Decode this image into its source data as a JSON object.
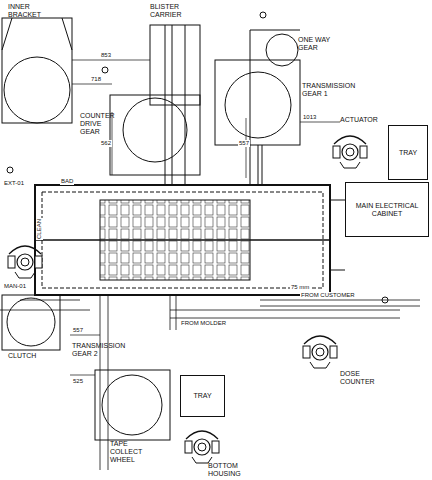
{
  "diagram": {
    "nodes": [
      {
        "text": [
          "INNER BRACKET"
        ]
      },
      {
        "text": [
          "BLISTER CARRIER"
        ]
      },
      {
        "text": [
          "ONE WAY GEAR"
        ]
      },
      {
        "text": [
          "TRANSMISSION GEAR 1"
        ]
      },
      {
        "text": [
          "COUNTER DRIVE GEAR"
        ]
      },
      {
        "text": [
          "ACTUATOR"
        ]
      },
      {
        "text": [
          "TRAY"
        ]
      },
      {
        "text": [
          "MAIN ELECTRICAL CABINET"
        ]
      },
      {
        "text": [
          "CLUTCH"
        ]
      },
      {
        "text": [
          "TRANSMISSION GEAR 2"
        ]
      },
      {
        "text": [
          "DOSE COUNTER"
        ]
      },
      {
        "text": [
          "TAPE COLLECT WHEEL"
        ]
      },
      {
        "text": [
          "TRAY"
        ]
      },
      {
        "text": [
          "BOTTOM HOUSING"
        ]
      }
    ],
    "labels": [
      "853",
      "718",
      "562",
      "557",
      "1013",
      "BAD",
      "EXT-01",
      "CLEAN",
      "MAN-01",
      "75 mm",
      "FROM CUSTOMER",
      "FROM MOLDER",
      "557",
      "525"
    ]
  }
}
